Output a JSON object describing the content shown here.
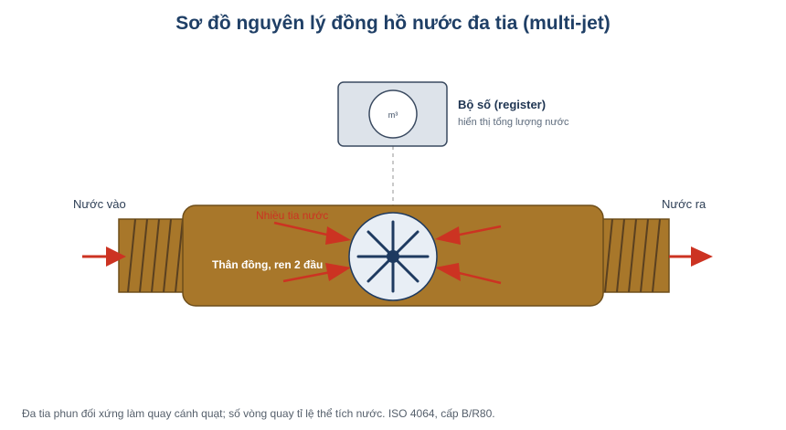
{
  "title": "Sơ đồ nguyên lý đồng hồ nước đa tia (multi-jet)",
  "register": {
    "title": "Bộ số (register)",
    "subtitle": "hiển thị tổng lượng nước",
    "unit": "m³"
  },
  "inlet_label": "Nước vào",
  "outlet_label": "Nước ra",
  "jets_label": "Nhiều tia nước",
  "body_label": "Thân đồng, ren 2 đầu",
  "footer": "Đa tia phun đối xứng làm quay cánh quạt; số vòng quay tỉ lệ thể tích nước. ISO 4064, cấp B/R80.",
  "colors": {
    "brass": "#a8772a",
    "brass_dark": "#6e4e1a",
    "thread_line": "#5a4020",
    "jet_red": "#cc3322",
    "impeller_face": "#e8eef5",
    "impeller_blade": "#1e3a60",
    "register_fill": "#dde3ea",
    "register_border": "#3a4a60",
    "title": "#1f3f66"
  }
}
